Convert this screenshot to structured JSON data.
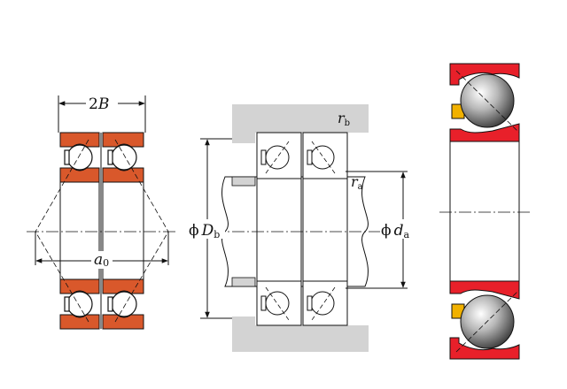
{
  "labels": {
    "width_symbol": "2",
    "width_var": "B",
    "load_center_var": "a",
    "load_center_sub": "0",
    "phi_1": "ϕ",
    "housing_shoulder_var": "D",
    "housing_shoulder_sub": "b",
    "phi_2": "ϕ",
    "shaft_shoulder_var": "d",
    "shaft_shoulder_sub": "a",
    "housing_fillet_var": "r",
    "housing_fillet_sub": "b",
    "shaft_fillet_var": "r",
    "shaft_fillet_sub": "a"
  },
  "colors": {
    "ring_orange": "#d9582b",
    "ring_red": "#e8202a",
    "cage_yellow": "#f1b100",
    "housing_gray": "#d3d3d3",
    "line": "#111111"
  },
  "views": [
    "bearing-pair-dimensions",
    "mounting-dimensions",
    "single-bearing-section"
  ]
}
